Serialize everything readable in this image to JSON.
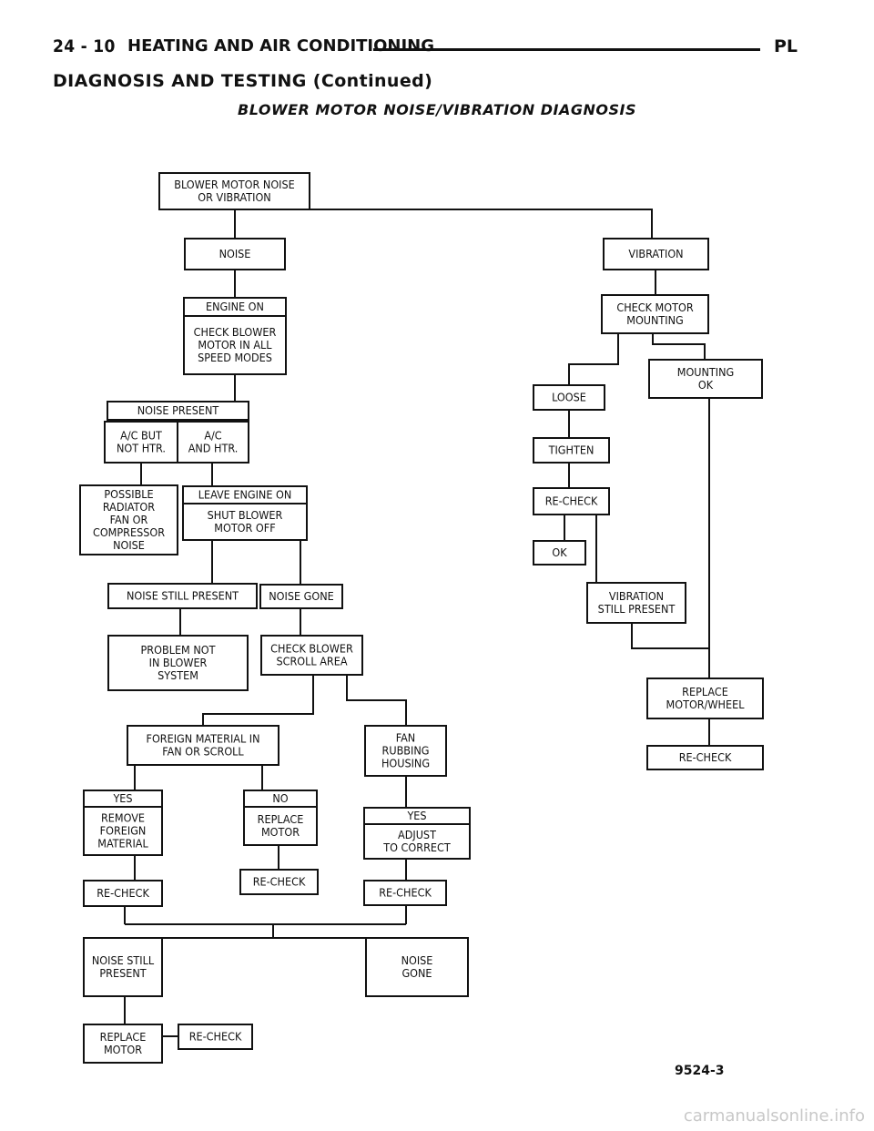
{
  "header": {
    "page_number": "24 - 10",
    "section": "HEATING AND AIR CONDITIONING",
    "model": "PL",
    "subheading": "DIAGNOSIS AND TESTING (Continued)"
  },
  "figure": {
    "title": "BLOWER MOTOR NOISE/VIBRATION DIAGNOSIS",
    "number": "9524-3"
  },
  "boxes": [
    {
      "id": "start",
      "lines": [
        "BLOWER MOTOR NOISE",
        "OR VIBRATION"
      ]
    },
    {
      "id": "noise",
      "lines": [
        "NOISE"
      ]
    },
    {
      "id": "vibration",
      "lines": [
        "VIBRATION"
      ]
    },
    {
      "id": "engine-on",
      "lines": [
        "ENGINE ON"
      ]
    },
    {
      "id": "check-blower-modes",
      "lines": [
        "CHECK BLOWER",
        "MOTOR IN ALL",
        "SPEED MODES"
      ]
    },
    {
      "id": "check-motor-mounting",
      "lines": [
        "CHECK MOTOR",
        "MOUNTING"
      ]
    },
    {
      "id": "mounting-ok",
      "lines": [
        "MOUNTING",
        "OK"
      ]
    },
    {
      "id": "loose",
      "lines": [
        "LOOSE"
      ]
    },
    {
      "id": "tighten",
      "lines": [
        "TIGHTEN"
      ]
    },
    {
      "id": "recheck-vib",
      "lines": [
        "RE-CHECK"
      ]
    },
    {
      "id": "ok",
      "lines": [
        "OK"
      ]
    },
    {
      "id": "vibration-still-present",
      "lines": [
        "VIBRATION",
        "STILL PRESENT"
      ]
    },
    {
      "id": "replace-motor-wheel",
      "lines": [
        "REPLACE",
        "MOTOR/WHEEL"
      ]
    },
    {
      "id": "recheck-wheel",
      "lines": [
        "RE-CHECK"
      ]
    },
    {
      "id": "noise-present",
      "lines": [
        "NOISE PRESENT"
      ]
    },
    {
      "id": "ac-not-htr",
      "lines": [
        "A/C BUT",
        "NOT HTR."
      ]
    },
    {
      "id": "ac-and-htr",
      "lines": [
        "A/C",
        "AND HTR."
      ]
    },
    {
      "id": "possible-radiator",
      "lines": [
        "POSSIBLE",
        "RADIATOR",
        "FAN OR",
        "COMPRESSOR",
        "NOISE"
      ]
    },
    {
      "id": "leave-engine-on",
      "lines": [
        "LEAVE ENGINE ON"
      ]
    },
    {
      "id": "shut-blower",
      "lines": [
        "SHUT BLOWER",
        "MOTOR OFF"
      ]
    },
    {
      "id": "noise-still-present-1",
      "lines": [
        "NOISE STILL PRESENT"
      ]
    },
    {
      "id": "noise-gone-1",
      "lines": [
        "NOISE GONE"
      ]
    },
    {
      "id": "problem-not-blower",
      "lines": [
        "PROBLEM NOT",
        "IN BLOWER",
        "SYSTEM"
      ]
    },
    {
      "id": "check-scroll",
      "lines": [
        "CHECK BLOWER",
        "SCROLL AREA"
      ]
    },
    {
      "id": "foreign-material",
      "lines": [
        "FOREIGN MATERIAL IN",
        "FAN OR SCROLL"
      ]
    },
    {
      "id": "fan-rubbing",
      "lines": [
        "FAN",
        "RUBBING",
        "HOUSING"
      ]
    },
    {
      "id": "yes-1",
      "lines": [
        "YES"
      ]
    },
    {
      "id": "remove-foreign",
      "lines": [
        "REMOVE",
        "FOREIGN",
        "MATERIAL"
      ]
    },
    {
      "id": "no-1",
      "lines": [
        "NO"
      ]
    },
    {
      "id": "replace-motor-1",
      "lines": [
        "REPLACE",
        "MOTOR"
      ]
    },
    {
      "id": "yes-2",
      "lines": [
        "YES"
      ]
    },
    {
      "id": "adjust-to-correct",
      "lines": [
        "ADJUST",
        "TO CORRECT"
      ]
    },
    {
      "id": "recheck-a",
      "lines": [
        "RE-CHECK"
      ]
    },
    {
      "id": "recheck-b",
      "lines": [
        "RE-CHECK"
      ]
    },
    {
      "id": "recheck-c",
      "lines": [
        "RE-CHECK"
      ]
    },
    {
      "id": "noise-still-present-2",
      "lines": [
        "NOISE STILL",
        "PRESENT"
      ]
    },
    {
      "id": "noise-gone-2",
      "lines": [
        "NOISE",
        "GONE"
      ]
    },
    {
      "id": "replace-motor-2",
      "lines": [
        "REPLACE",
        "MOTOR"
      ]
    },
    {
      "id": "recheck-final",
      "lines": [
        "RE-CHECK"
      ]
    }
  ],
  "watermark": "carmanualsonline.info"
}
